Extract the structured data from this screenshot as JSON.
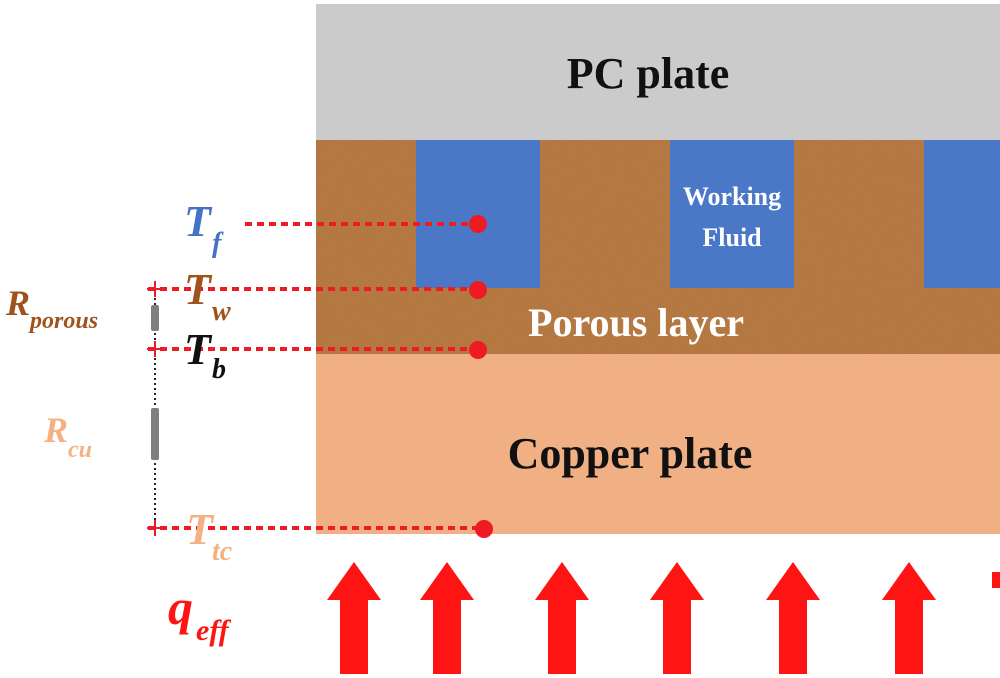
{
  "colors": {
    "pc_plate": "#cbcbcb",
    "porous": "#b5743e",
    "porous_dark": "#8f5523",
    "fluid": "#4a78c6",
    "copper": "#f1b083",
    "probe_red": "#ee1b24",
    "arrow_red": "#ff1414",
    "text_black": "#111111",
    "text_white": "#ffffff",
    "t_f_color": "#4472c4",
    "t_w_color": "#a0521c",
    "t_tc_color": "#f4b183",
    "r_porous_color": "#a0521c",
    "r_cu_color": "#f4b183",
    "resistor_gray": "#7f7f7f"
  },
  "layers": {
    "pc_plate": "PC plate",
    "working_fluid_line1": "Working",
    "working_fluid_line2": "Fluid",
    "porous_layer": "Porous layer",
    "copper_plate": "Copper plate"
  },
  "temperatures": {
    "t_f": {
      "base": "T",
      "sub": "f"
    },
    "t_w": {
      "base": "T",
      "sub": "w"
    },
    "t_b": {
      "base": "T",
      "sub": "b"
    },
    "t_tc": {
      "base": "T",
      "sub": "tc"
    }
  },
  "resistances": {
    "r_porous": {
      "base": "R",
      "sub": "porous"
    },
    "r_cu": {
      "base": "R",
      "sub": "cu"
    }
  },
  "heat_flux": {
    "base": "q",
    "sub": "eff"
  },
  "icons": {
    "heat_arrow": "heat-flux-arrow-icon",
    "probe_dot": "probe-dot-icon",
    "resistor": "resistor-icon"
  }
}
